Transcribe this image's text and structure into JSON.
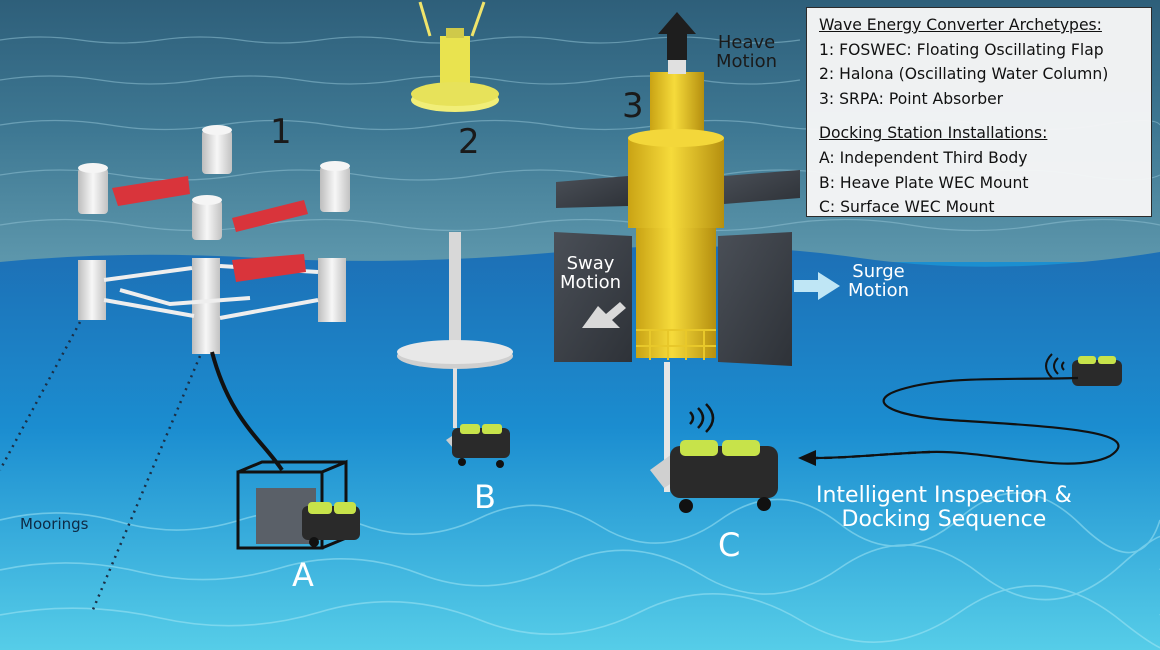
{
  "labels": {
    "archetype_1": "1",
    "archetype_2": "2",
    "archetype_3": "3",
    "station_a": "A",
    "station_b": "B",
    "station_c": "C",
    "heave": "Heave\nMotion",
    "sway": "Sway\nMotion",
    "surge": "Surge\nMotion",
    "moorings": "Moorings",
    "sequence": "Intelligent Inspection &\nDocking Sequence"
  },
  "legend": {
    "archetypes_heading": "Wave Energy Converter Archetypes:",
    "archetypes": [
      "1: FOSWEC: Floating Oscillating Flap",
      "2: Halona (Oscillating Water Column)",
      "3: SRPA: Point Absorber"
    ],
    "stations_heading": "Docking Station Installations:",
    "stations": [
      "A: Independent Third Body",
      "B: Heave Plate WEC Mount",
      "C: Surface WEC Mount"
    ]
  },
  "colors": {
    "sky_sea": "#3f6f86",
    "underwater_top": "#1f78bf",
    "underwater_bottom": "#52c9e6",
    "buoy_yellow": "#f2cf2a",
    "flap_red": "#d9343b",
    "structure_white": "#eeeeee",
    "rov_body": "#2a2a2a",
    "rov_accent": "#c7e34a"
  }
}
